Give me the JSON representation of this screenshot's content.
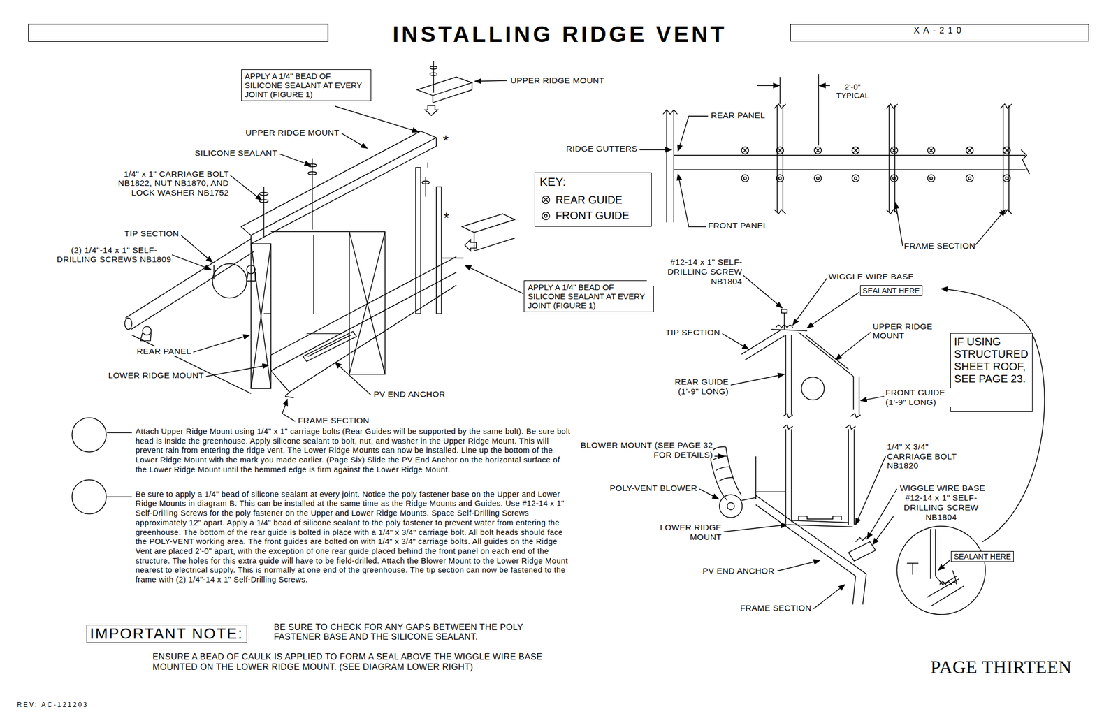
{
  "diagram": {
    "title": "INSTALLING RIDGE VENT",
    "nodes": [
      {
        "text": [
          "XA-210"
        ]
      },
      {
        "text": [
          "APPLY A 1/4\" BEAD OF SILICONE SEALANT AT EVERY JOINT (FIGURE 1)"
        ]
      },
      {
        "text": [
          "APPLY A 1/4\" BEAD OF SILICONE SEALANT AT EVERY JOINT (FIGURE 1)"
        ]
      },
      {
        "text": [
          "KEY:"
        ]
      },
      {
        "text": [
          "SEALANT HERE"
        ]
      },
      {
        "text": [
          "IF USING STRUCTURED SHEET ROOF, SEE PAGE 23."
        ]
      },
      {
        "text": [
          "IMPORTANT NOTE:"
        ]
      },
      {
        "text": [
          "SEALANT HERE"
        ]
      }
    ],
    "labels": [
      "UPPER RIDGE MOUNT",
      "UPPER RIDGE MOUNT",
      "SILICONE SEALANT",
      "1/4\" x 1\" CARRIAGE BOLT NB1822, NUT NB1870, AND LOCK WASHER NB1752",
      "TIP SECTION",
      "(2) 1/4\"-14 x 1\" SELF-DRILLING SCREWS NB1809",
      "*",
      "*",
      "REAR PANEL",
      "LOWER RIDGE MOUNT",
      "PV END ANCHOR",
      "FRAME SECTION",
      "2'-0\" TYPICAL",
      "REAR PANEL",
      "RIDGE GUTTERS",
      "FRONT PANEL",
      "FRAME SECTION",
      "#12-14 x 1\" SELF-DRILLING SCREW NB1804",
      "WIGGLE WIRE BASE",
      "TIP SECTION",
      "UPPER RIDGE MOUNT",
      "REAR GUIDE (1'-9\" LONG)",
      "FRONT GUIDE (1'-9\" LONG)",
      "BLOWER MOUNT (SEE PAGE 32 FOR DETAILS)",
      "POLY-VENT BLOWER",
      "1/4\" X 3/4\" CARRIAGE BOLT NB1820",
      "WIGGLE WIRE BASE",
      "#12-14 x 1\" SELF-DRILLING SCREW NB1804",
      "LOWER RIDGE MOUNT",
      "PV END ANCHOR",
      "FRAME SECTION",
      "Attach Upper Ridge Mount using 1/4\" x 1\" carriage bolts (Rear Guides will be supported by the same bolt). Be sure bolt head is inside the greenhouse. Apply silicone sealant to bolt, nut, and washer in the Upper Ridge Mount. This will prevent rain from entering the ridge vent. The Lower Ridge Mounts can now be installed. Line up the bottom of the Lower Ridge Mount with the mark you made earlier. (Page Six) Slide the PV End Anchor on the horizontal surface of the Lower Ridge Mount until the hemmed edge is firm against the Lower Ridge Mount.",
      "Be sure to apply a 1/4\" bead of silicone sealant at every joint. Notice the poly fastener base on the Upper and Lower Ridge Mounts in diagram B. This can be installed at the same time as the Ridge Mounts and Guides. Use #12-14 x 1\" Self-Drilling Screws for the poly fastener on the Upper and Lower Ridge Mounts. Space Self-Drilling Screws approximately 12\" apart. Apply a 1/4\" bead of silicone sealant to the poly fastener to prevent water from entering the greenhouse. The bottom of the rear guide is bolted in place with a 1/4\" x 3/4\" carriage bolt. All bolt heads should face the POLY-VENT working area. The front guides are bolted on with 1/4\" x 3/4\" carriage bolts. All guides on the Ridge Vent are placed 2'-0\" apart, with the exception of one rear guide placed behind the front panel on each end of the structure. The holes for this extra guide will have to be field-drilled. Attach the Blower Mount to the Lower Ridge Mount nearest to electrical supply. This is normally at one end of the greenhouse. The tip section can now be fastened to the frame with (2) 1/4\"-14 x 1\" Self-Drilling Screws.",
      "BE SURE TO CHECK FOR ANY GAPS BETWEEN THE POLY FASTENER BASE AND THE SILICONE SEALANT.",
      "ENSURE A BEAD OF CAULK IS APPLIED TO FORM A SEAL ABOVE THE WIGGLE WIRE BASE MOUNTED ON THE LOWER RIDGE MOUNT. (SEE DIAGRAM LOWER RIGHT)",
      "PAGE THIRTEEN",
      "REV: AC-121203"
    ],
    "legend": [
      {
        "text": "REAR GUIDE"
      },
      {
        "text": "FRONT GUIDE"
      }
    ]
  }
}
